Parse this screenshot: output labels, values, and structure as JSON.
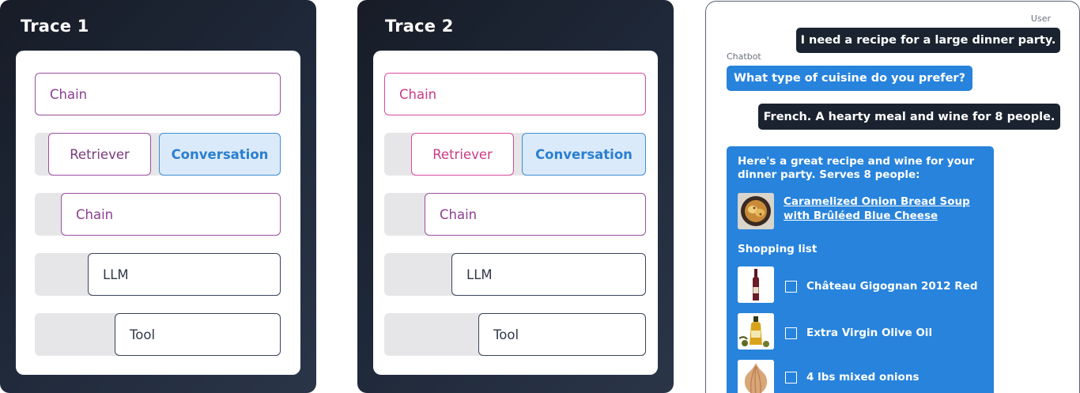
{
  "traces": [
    {
      "title": "Trace 1",
      "nodes": {
        "chain_top": "Chain",
        "retriever": "Retriever",
        "conversation": "Conversation",
        "chain_mid": "Chain",
        "llm": "LLM",
        "tool": "Tool"
      }
    },
    {
      "title": "Trace 2",
      "nodes": {
        "chain_top": "Chain",
        "retriever": "Retriever",
        "conversation": "Conversation",
        "chain_mid": "Chain",
        "llm": "LLM",
        "tool": "Tool"
      }
    }
  ],
  "chat": {
    "user_label": "User",
    "bot_label": "Chatbot",
    "messages": {
      "user_1": "I need a recipe for a large dinner party.",
      "bot_1": "What type of cuisine do you prefer?",
      "user_2": "French. A hearty meal and wine for 8 people."
    },
    "reply": {
      "intro": "Here's a great recipe and wine for your dinner party. Serves 8 people:",
      "recipe_link": "Caramelized Onion Bread Soup with Brûléed Blue Cheese",
      "shopping_heading": "Shopping list",
      "items": [
        "Château Gigognan 2012 Red",
        "Extra Virgin Olive Oil",
        "4 lbs mixed onions"
      ]
    }
  },
  "colors": {
    "panel_dark": "#1b2330",
    "trace1_chain": "#9a4f9e",
    "trace2_chain": "#d94a9c",
    "conversation_fill": "#dbeafa",
    "conversation_text": "#2a7fd0",
    "bot_bubble": "#2783dc"
  }
}
